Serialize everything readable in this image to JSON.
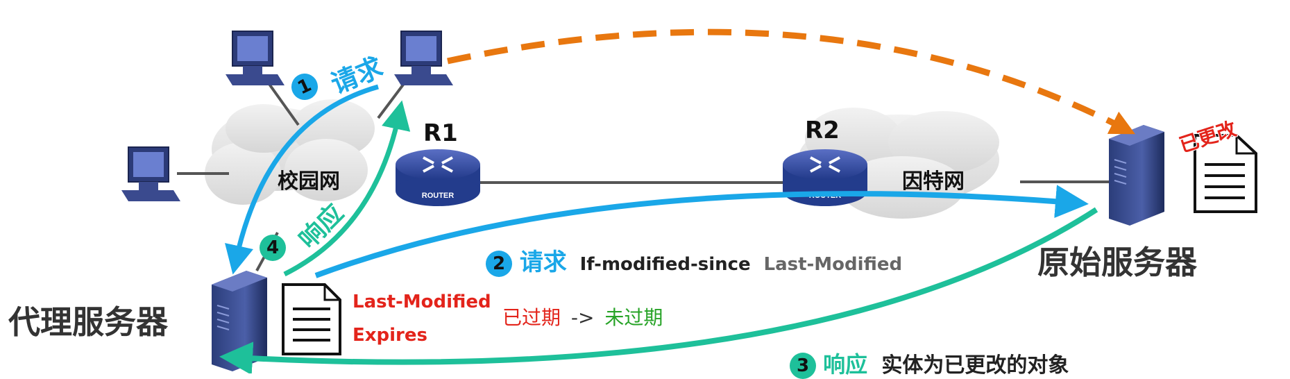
{
  "labels": {
    "campus_network": "校园网",
    "internet": "因特网",
    "r1": "R1",
    "r2": "R2",
    "router_text": "ROUTER",
    "proxy_server": "代理服务器",
    "origin_server": "原始服务器",
    "changed_stamp": "已更改"
  },
  "steps": [
    {
      "num": "1",
      "label": "请求"
    },
    {
      "num": "2",
      "label": "请求",
      "header1": "If-modified-since",
      "header2": "Last-Modified"
    },
    {
      "num": "3",
      "label": "响应",
      "note": "实体为已更改的对象"
    },
    {
      "num": "4",
      "label": "响应"
    }
  ],
  "cache_doc": {
    "line1": "Last-Modified",
    "line2": "Expires"
  },
  "status": {
    "expired": "已过期",
    "arrow": "->",
    "not_expired": "未过期"
  },
  "colors": {
    "blue": "#1aa7e8",
    "teal": "#1ec09a",
    "orange": "#e8770f",
    "red": "#e3241b",
    "green": "#27a327"
  }
}
